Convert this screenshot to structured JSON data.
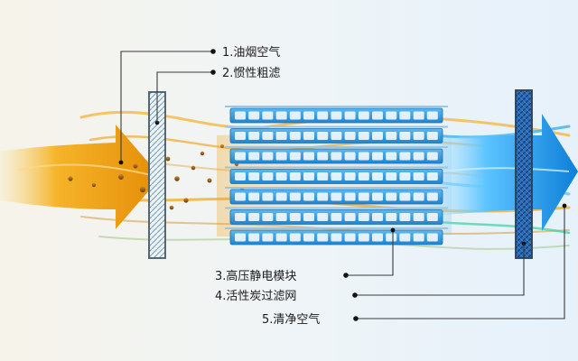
{
  "labels": [
    {
      "id": "oil-fume-air",
      "text": "1.油烟空气"
    },
    {
      "id": "inertial-coarse-filter",
      "text": "2.惯性粗滤"
    },
    {
      "id": "hv-electrostatic-module",
      "text": "3.高压静电模块"
    },
    {
      "id": "activated-carbon-mesh",
      "text": "4.活性炭过滤网"
    },
    {
      "id": "clean-air",
      "text": "5.清净空气"
    }
  ],
  "colors": {
    "dirty_air": "#f2a413",
    "dirty_air_dark": "#c07a08",
    "clean_air": "#1a8fe0",
    "clean_air_light": "#6fd0ff",
    "module_blue": "#2f97de",
    "module_cell": "#ffffff",
    "carbon_blue": "#1f5fa8",
    "leader_line": "#3a3a3a"
  }
}
